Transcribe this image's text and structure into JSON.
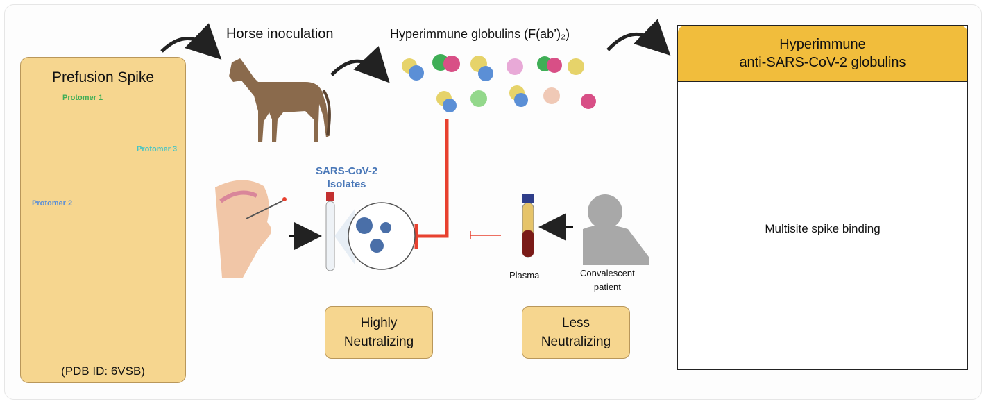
{
  "left_panel": {
    "title": "Prefusion Spike",
    "protomer_1": "Protomer 1",
    "protomer_2": "Protomer 2",
    "protomer_3": "Protomer 3",
    "pdb_id": "(PDB ID: 6VSB)"
  },
  "middle": {
    "horse_label": "Horse inoculation",
    "globulins_label": "Hyperimmune globulins (F(ab’)₂)",
    "sars_line1": "SARS-CoV-2",
    "sars_line2": "Isolates",
    "plasma_label": "Plasma",
    "convalescent_line1": "Convalescent",
    "convalescent_line2": "patient",
    "highly_line1": "Highly",
    "highly_line2": "Neutralizing",
    "less_line1": "Less",
    "less_line2": "Neutralizing"
  },
  "right_panel": {
    "title_line1": "Hyperimmune",
    "title_line2": "anti-SARS-CoV-2 globulins",
    "binding_label": "Multisite spike binding"
  },
  "colors": {
    "panel_fill": "#f6d68f",
    "header_fill": "#f1bd3c",
    "inhibit_red": "#e8412f",
    "protomer_green": "#3fae56",
    "protomer_blue": "#5b8fd6",
    "protomer_cyan": "#45c4c4",
    "sars_text": "#4a78b8"
  }
}
